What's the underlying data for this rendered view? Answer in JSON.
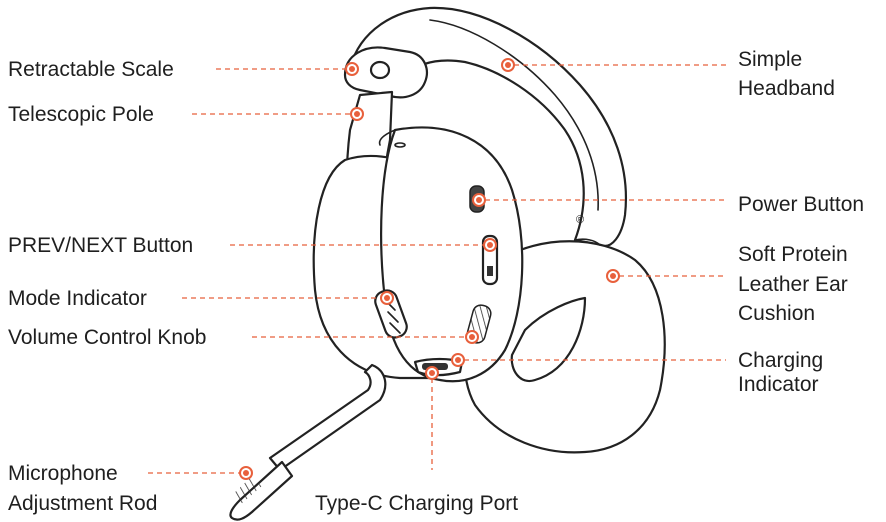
{
  "diagram": {
    "labels": {
      "retractable_scale": "Retractable Scale",
      "telescopic_pole": "Telescopic Pole",
      "prev_next_button": "PREV/NEXT Button",
      "mode_indicator": "Mode Indicator",
      "volume_control_knob": "Volume Control Knob",
      "microphone_line1": "Microphone",
      "microphone_line2": "Adjustment Rod",
      "simple_headband_line1": "Simple",
      "simple_headband_line2": "Headband",
      "power_button": "Power Button",
      "ear_cushion_line1": "Soft Protein",
      "ear_cushion_line2": "Leather Ear",
      "ear_cushion_line3": "Cushion",
      "charging_indicator_line1": "Charging",
      "charging_indicator_line2": "Indicator",
      "type_c_port": "Type-C Charging Port"
    },
    "accent_color": "#e8603c",
    "registered_mark": "®"
  }
}
